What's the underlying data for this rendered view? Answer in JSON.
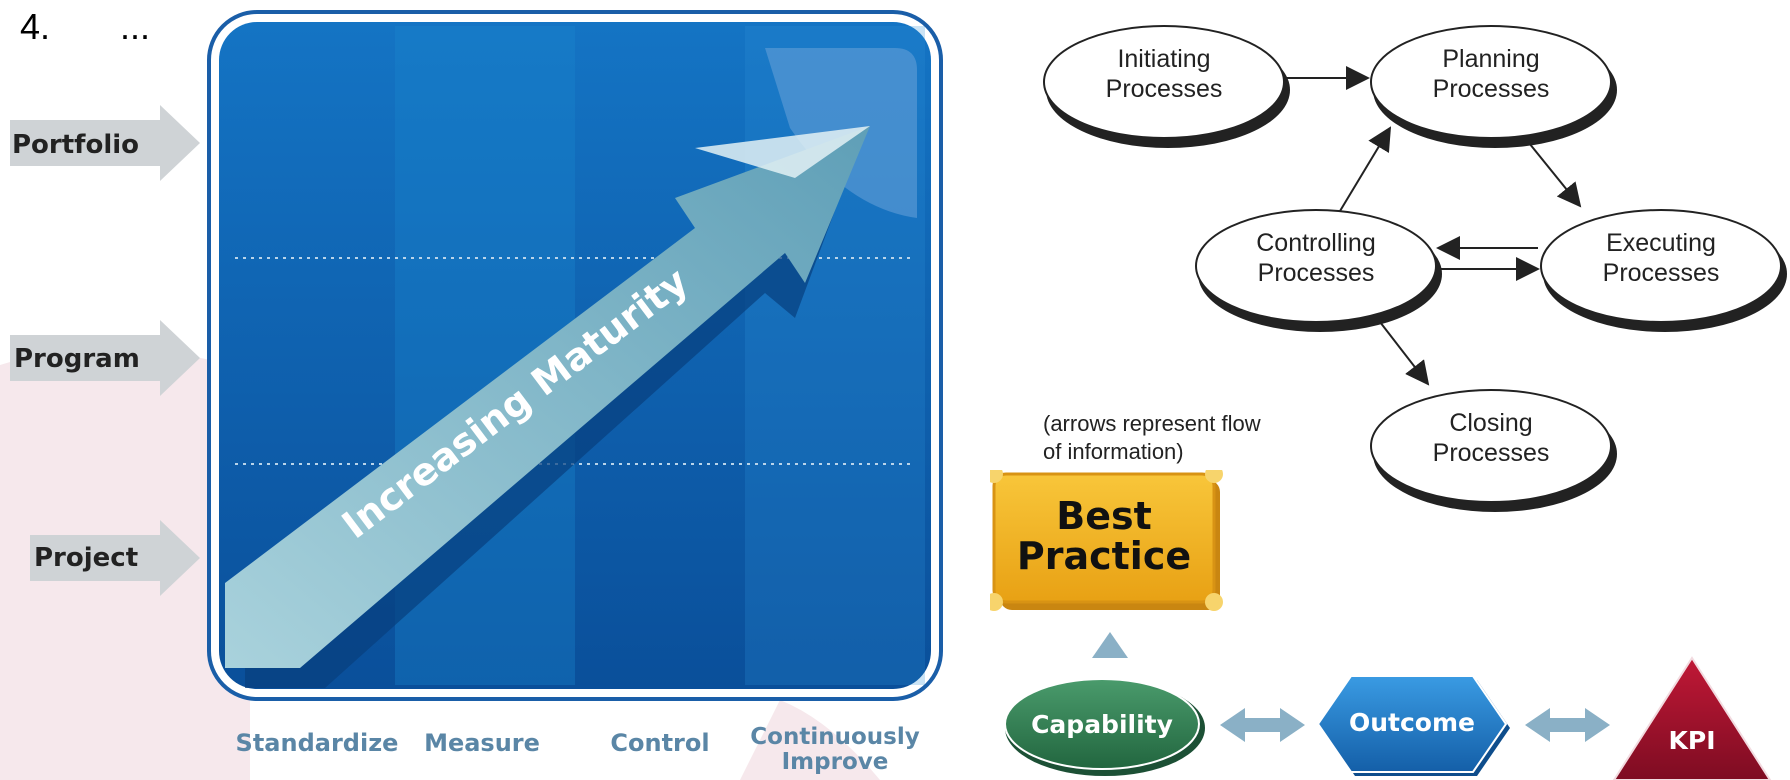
{
  "slide": {
    "number": "4.",
    "ellipsis": "..."
  },
  "maturity_model": {
    "levels": [
      "Portfolio",
      "Program",
      "Project"
    ],
    "stages": [
      "Standardize",
      "Measure",
      "Control",
      "Continuously Improve"
    ],
    "arrow_text": "Increasing Maturity"
  },
  "process_groups": {
    "initiating": [
      "Initiating",
      "Processes"
    ],
    "planning": [
      "Planning",
      "Processes"
    ],
    "controlling": [
      "Controlling",
      "Processes"
    ],
    "executing": [
      "Executing",
      "Processes"
    ],
    "closing": [
      "Closing",
      "Processes"
    ],
    "note": [
      "(arrows represent flow",
      "of information)"
    ]
  },
  "best_practice": {
    "title": [
      "Best",
      "Practice"
    ],
    "capability": "Capability",
    "outcome": "Outcome",
    "kpi": "KPI"
  },
  "colors": {
    "panel_blue": "#0c5aa6",
    "gold": "#f2b21f",
    "green": "#2f7d52",
    "blue_hex": "#1e7fd0",
    "kpi_red": "#a3112c"
  }
}
